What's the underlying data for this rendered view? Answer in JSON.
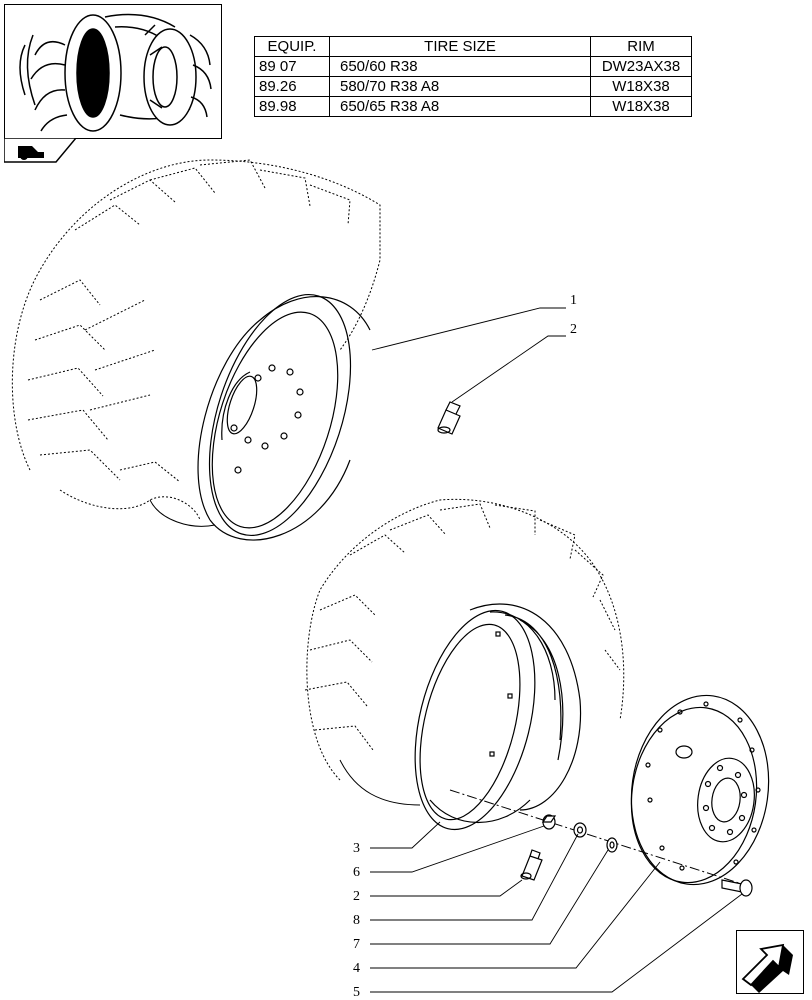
{
  "equipment_table": {
    "headers": [
      "EQUIP.",
      "TIRE SIZE",
      "RIM"
    ],
    "rows": [
      [
        "89 07",
        "650/60 R38",
        "DW23AX38"
      ],
      [
        "89.26",
        "580/70 R38 A8",
        "W18X38"
      ],
      [
        "89.98",
        "650/65 R38 A8",
        "W18X38"
      ]
    ]
  },
  "callouts": {
    "c1": "1",
    "c2a": "2",
    "c3": "3",
    "c6": "6",
    "c2b": "2",
    "c8": "8",
    "c7": "7",
    "c4": "4",
    "c5": "5"
  },
  "icons": {
    "thumbnail": "tire-thumbnail-icon",
    "tab": "tractor-tab-icon",
    "nav": "next-page-arrow-icon"
  },
  "colors": {
    "line": "#000000",
    "background": "#ffffff"
  }
}
